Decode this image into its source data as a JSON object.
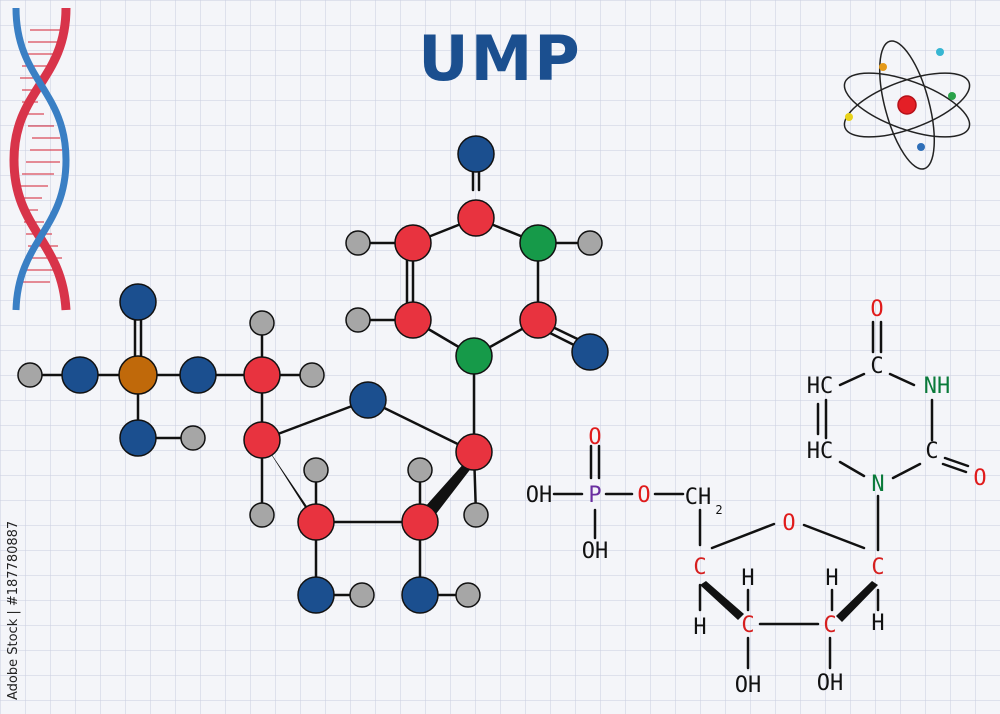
{
  "title": "UMP",
  "stock_id": "Adobe Stock | #187780887",
  "colors": {
    "title": "#1b4f8f",
    "carbon": "#e8333f",
    "oxygen": "#1b4f8f",
    "nitrogen": "#169a49",
    "phosphorus": "#c0690a",
    "hydrogen": "#a6a6a6",
    "label_carbon": "#d61f1f",
    "label_oxygen": "#e01b1b",
    "label_nitrogen": "#0a7a3a",
    "label_phosphorus": "#6a2fa0",
    "label_hydrogen": "#111111"
  },
  "structural_formula": {
    "labels": {
      "O_top": "O",
      "C_top": "C",
      "NH": "NH",
      "HC_upper": "HC",
      "HC_lower": "HC",
      "C_right": "C",
      "O_right": "O",
      "N_ring": "N",
      "O_phosphate": "O",
      "OH_left": "OH",
      "P": "P",
      "O_ester": "O",
      "CH": "CH",
      "CH_subscript": "2",
      "OH_bottom": "OH",
      "O_ring": "O",
      "C4": "C",
      "C1": "C",
      "H_c4": "H",
      "H_c3_upper": "H",
      "H_c2_upper": "H",
      "H_c1": "H",
      "C3": "C",
      "C2": "C",
      "OH_c3": "OH",
      "OH_c2": "OH"
    }
  }
}
